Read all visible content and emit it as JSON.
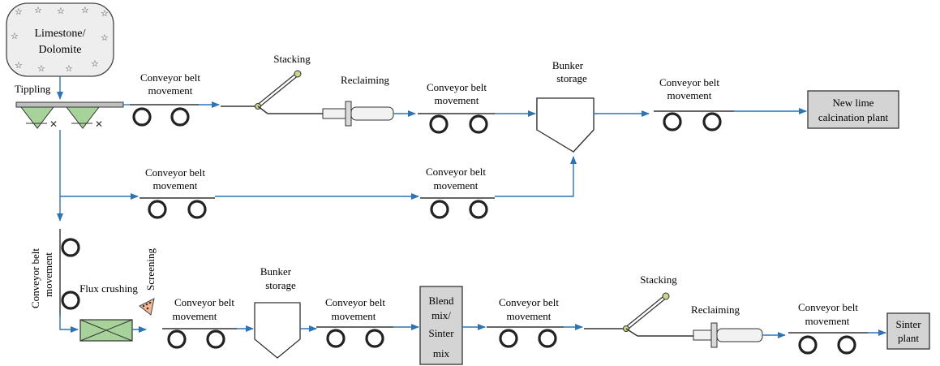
{
  "colors": {
    "flow_arrow": "#2e74b5",
    "box_fill": "#d4d4d4",
    "box_stroke": "#333333",
    "cloud_fill": "#eeeeee",
    "crusher_fill": "#a7d39a",
    "screen_fill": "#f4b994"
  },
  "source": {
    "line1": "Limestone/",
    "line2": "Dolomite"
  },
  "top_row": {
    "tippling": "Tippling",
    "belt1": {
      "line1": "Conveyor belt",
      "line2": "movement"
    },
    "stacking": "Stacking",
    "reclaiming": "Reclaiming",
    "belt2": {
      "line1": "Conveyor belt",
      "line2": "movement"
    },
    "bunker": {
      "line1": "Bunker",
      "line2": "storage"
    },
    "belt3": {
      "line1": "Conveyor belt",
      "line2": "movement"
    },
    "destination": {
      "line1": "New lime",
      "line2": "calcination plant"
    }
  },
  "middle_row": {
    "belt1": {
      "line1": "Conveyor belt",
      "line2": "movement"
    },
    "belt2": {
      "line1": "Conveyor belt",
      "line2": "movement"
    }
  },
  "bottom_row": {
    "vertical_belt": {
      "line1": "Conveyor belt",
      "line2": "movement"
    },
    "flux_crushing": "Flux crushing",
    "screening": "Screening",
    "belt1": {
      "line1": "Conveyor belt",
      "line2": "movement"
    },
    "bunker": {
      "line1": "Bunker",
      "line2": "storage"
    },
    "belt2": {
      "line1": "Conveyor belt",
      "line2": "movement"
    },
    "blend": {
      "line1": "Blend",
      "line2": "mix/",
      "line3": "Sinter",
      "line4": "mix"
    },
    "belt3": {
      "line1": "Conveyor belt",
      "line2": "movement"
    },
    "stacking": "Stacking",
    "reclaiming": "Reclaiming",
    "belt4": {
      "line1": "Conveyor belt",
      "line2": "movement"
    },
    "destination": {
      "line1": "Sinter",
      "line2": "plant"
    }
  }
}
